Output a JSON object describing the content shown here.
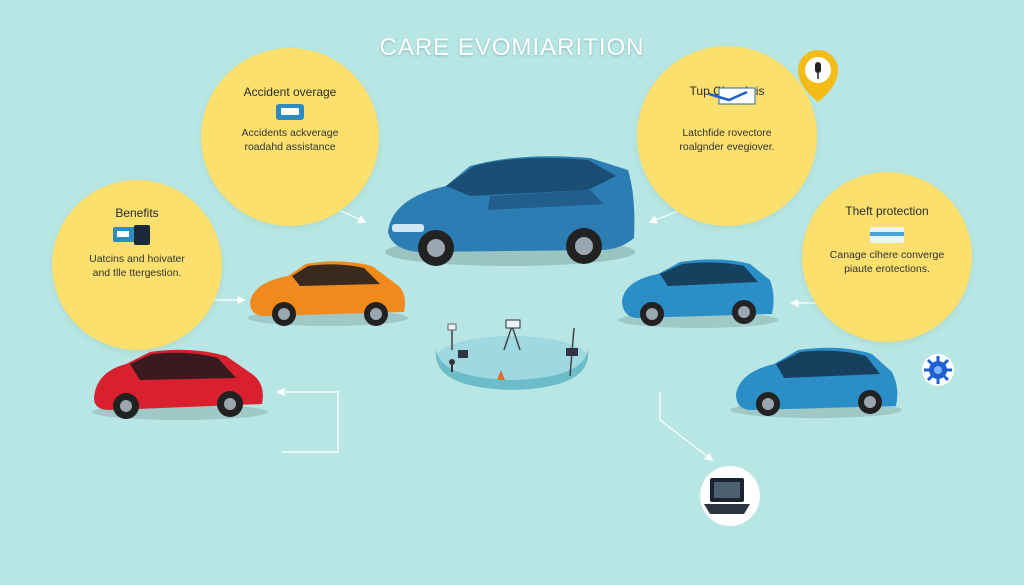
{
  "title": "CARE EVOMIARITION",
  "colors": {
    "background": "#b7e6e4",
    "bubble": "#fbe06e",
    "car_blue": "#2b7db3",
    "car_orange": "#f08a1c",
    "car_red": "#d8202e",
    "pin": "#f4bd16"
  },
  "bubbles": {
    "accident": {
      "heading": "Accident overage",
      "lines": [
        "Accidents ackverage",
        "roadahd assistance"
      ],
      "icon": "tow-truck-icon"
    },
    "tup": {
      "heading": "Tup CLombris",
      "lines": [
        "Latchfide rovectore",
        "roalgnder evegiover."
      ],
      "icon": "route-map-icon"
    },
    "benefits": {
      "heading": "Benefits",
      "lines": [
        "Uatcins and hoivater",
        "and tlle ttergestion."
      ],
      "icon": "document-icon"
    },
    "theft": {
      "heading": "Theft protection",
      "lines": [
        "Canage clhere converge",
        "piaute erotections."
      ],
      "icon": "card-icon"
    }
  },
  "icons": {
    "pin": "microphone-pin-icon",
    "gear": "gear-icon",
    "laptop": "laptop-icon"
  }
}
